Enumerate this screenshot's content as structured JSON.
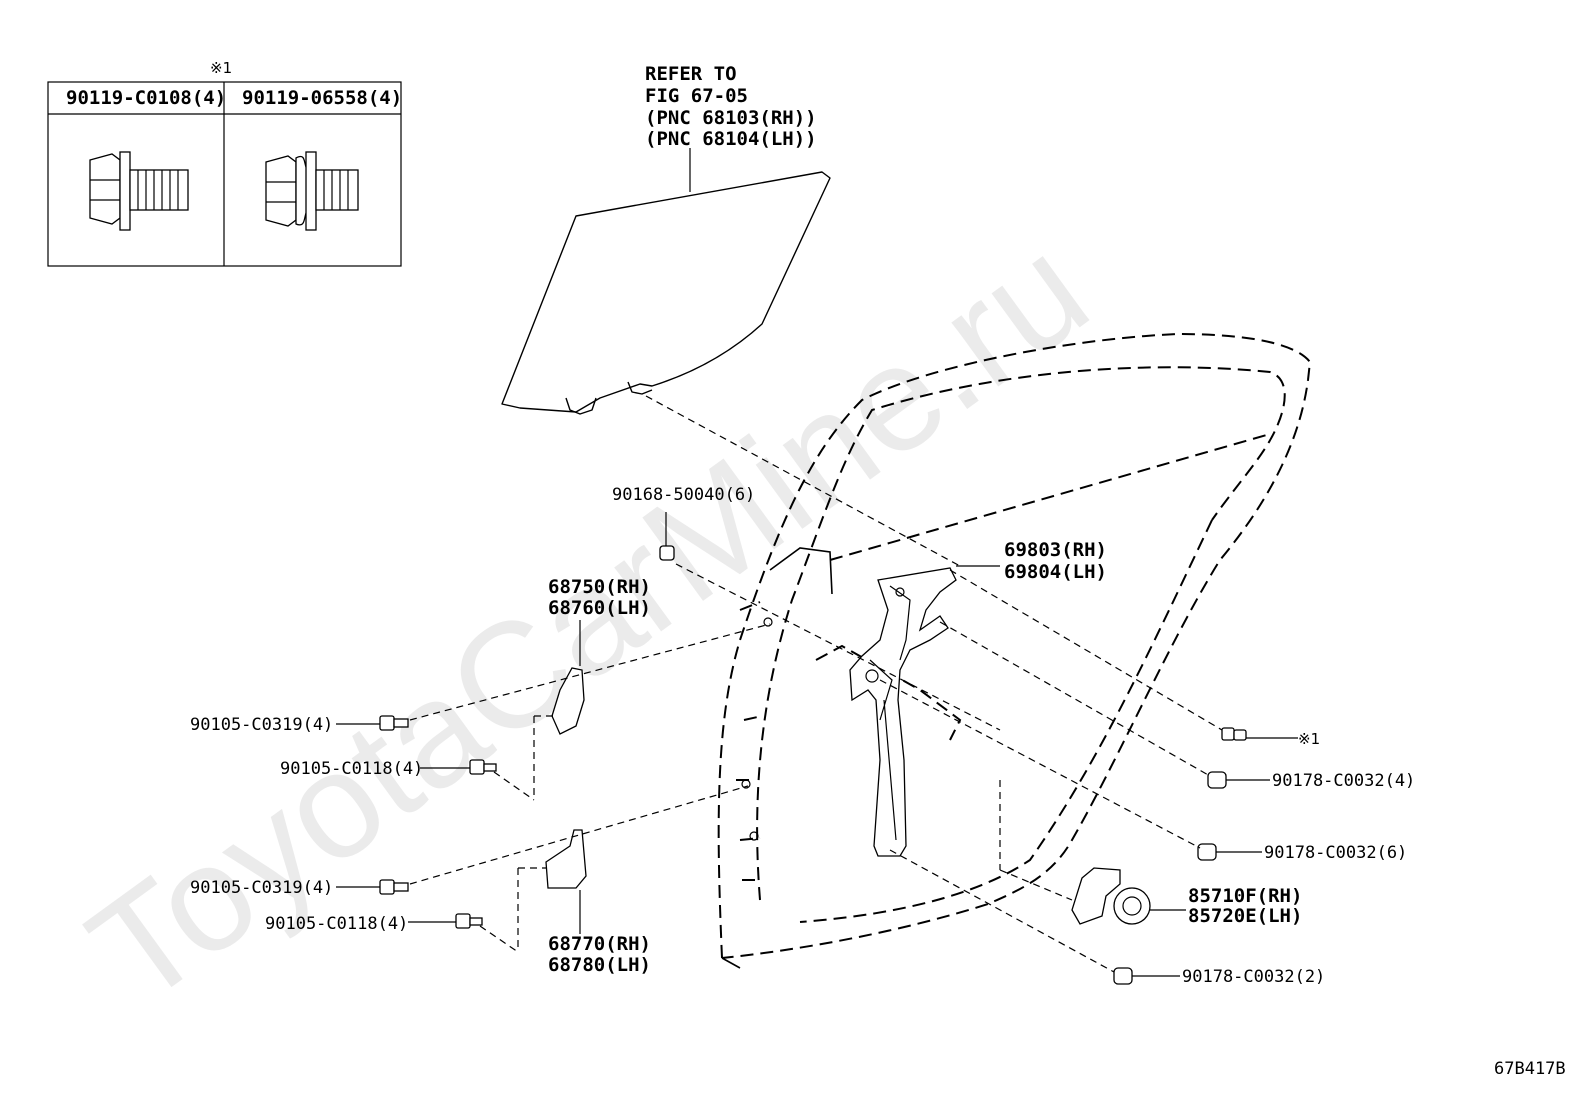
{
  "watermark": "ToyotaCarMine.ru",
  "inset_table": {
    "mark": "※1",
    "headers": [
      "90119-C0108(4)",
      "90119-06558(4)"
    ]
  },
  "refer_note": [
    "REFER TO",
    "FIG 67-05",
    "(PNC 68103(RH))",
    "(PNC 68104(LH))"
  ],
  "callouts": {
    "c90168": "90168-50040(6)",
    "c69803": "69803(RH)",
    "c69804": "69804(LH)",
    "c68750": "68750(RH)",
    "c68760": "68760(LH)",
    "c90105_a": "90105-C0319(4)",
    "c90105_b": "90105-C0118(4)",
    "c90105_c": "90105-C0319(4)",
    "c90105_d": "90105-C0118(4)",
    "c68770": "68770(RH)",
    "c68780": "68780(LH)",
    "mark1": "※1",
    "c90178_a": "90178-C0032(4)",
    "c90178_b": "90178-C0032(6)",
    "c85710": "85710F(RH)",
    "c85720": "85720E(LH)",
    "c90178_c": "90178-C0032(2)"
  },
  "figure_code": "67B417B"
}
